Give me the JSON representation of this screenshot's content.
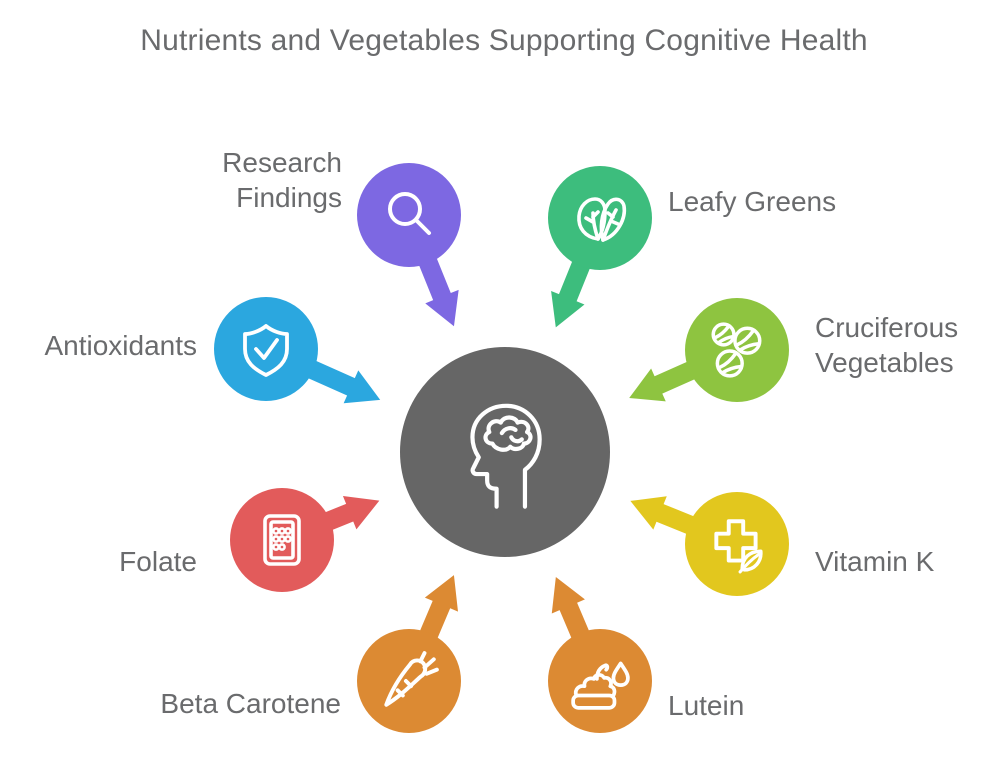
{
  "title": "Nutrients and Vegetables Supporting Cognitive Health",
  "colors": {
    "text": "#6a6b6d",
    "center_circle": "#666666",
    "background": "#ffffff"
  },
  "center": {
    "icon": "head-with-brain-icon"
  },
  "items": [
    {
      "id": "research-findings",
      "label": "Research Findings",
      "label_lines": [
        "Research",
        "Findings"
      ],
      "color": "#7d68e2",
      "icon": "magnifier-icon"
    },
    {
      "id": "leafy-greens",
      "label": "Leafy Greens",
      "color": "#3dbd7d",
      "icon": "spinach-leaves-icon"
    },
    {
      "id": "antioxidants",
      "label": "Antioxidants",
      "color": "#2ba7df",
      "icon": "shield-check-icon"
    },
    {
      "id": "cruciferous-vegetables",
      "label": "Cruciferous Vegetables",
      "label_lines": [
        "Cruciferous",
        "Vegetables"
      ],
      "color": "#8ec440",
      "icon": "brussels-sprouts-icon"
    },
    {
      "id": "folate",
      "label": "Folate",
      "color": "#e25b5b",
      "icon": "pill-organizer-icon"
    },
    {
      "id": "vitamin-k",
      "label": "Vitamin K",
      "color": "#e2c71e",
      "icon": "medical-cross-leaf-icon"
    },
    {
      "id": "beta-carotene",
      "label": "Beta Carotene",
      "color": "#dc8a33",
      "icon": "carrot-icon"
    },
    {
      "id": "lutein",
      "label": "Lutein",
      "color": "#dc8a33",
      "icon": "cream-droplet-icon"
    }
  ]
}
